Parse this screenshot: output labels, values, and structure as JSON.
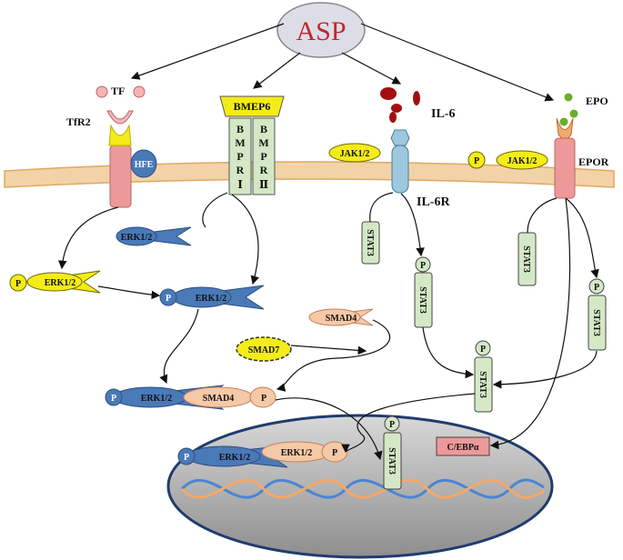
{
  "center": {
    "label": "ASP"
  },
  "receptors": {
    "tf": "TF",
    "tfr2": "TfR2",
    "hfe": "HFE",
    "bmp6": "BMEP6",
    "bmpr1": [
      "B",
      "M",
      "P",
      "R",
      "Ⅰ"
    ],
    "bmpr2": [
      "B",
      "M",
      "P",
      "R",
      "Ⅱ"
    ],
    "il6": "IL-6",
    "il6r": "IL-6R",
    "epo": "EPO",
    "epor": "EPOR"
  },
  "kinases": {
    "jak_il6": "JAK1/2",
    "jak_epo": "JAK1/2",
    "erk_free": "ERK1/2",
    "erk_yellow": "ERK1/2",
    "erk_blue": "ERK1/2",
    "erk_complex": "ERK1/2",
    "erk_nucleus_1": "ERK1/2",
    "erk_nucleus_2": "ERK1/2"
  },
  "smads": {
    "smad4": "SMAD4",
    "smad7": "SMAD7",
    "smad4_complex": "SMAD4"
  },
  "stats": {
    "stat3": "STAT3"
  },
  "phospho": "P",
  "nucleus": {
    "cebpa": "C/EBPα"
  },
  "colors": {
    "membrane": "#f2d3a8",
    "membrane_edge": "#e0a860",
    "erk_blue": "#4a79b8",
    "yellow": "#f3ec18",
    "smad": "#f6c9a6",
    "stat": "#d4e8c6",
    "receptor_pink": "#ee9999",
    "il6r": "#9cc7dc",
    "nucleus": "#aaaaaa",
    "dna_blue": "#4b85d3",
    "dna_orange": "#f3a86b",
    "asp_fill": "#dddde8",
    "asp_text": "#c0282c"
  }
}
